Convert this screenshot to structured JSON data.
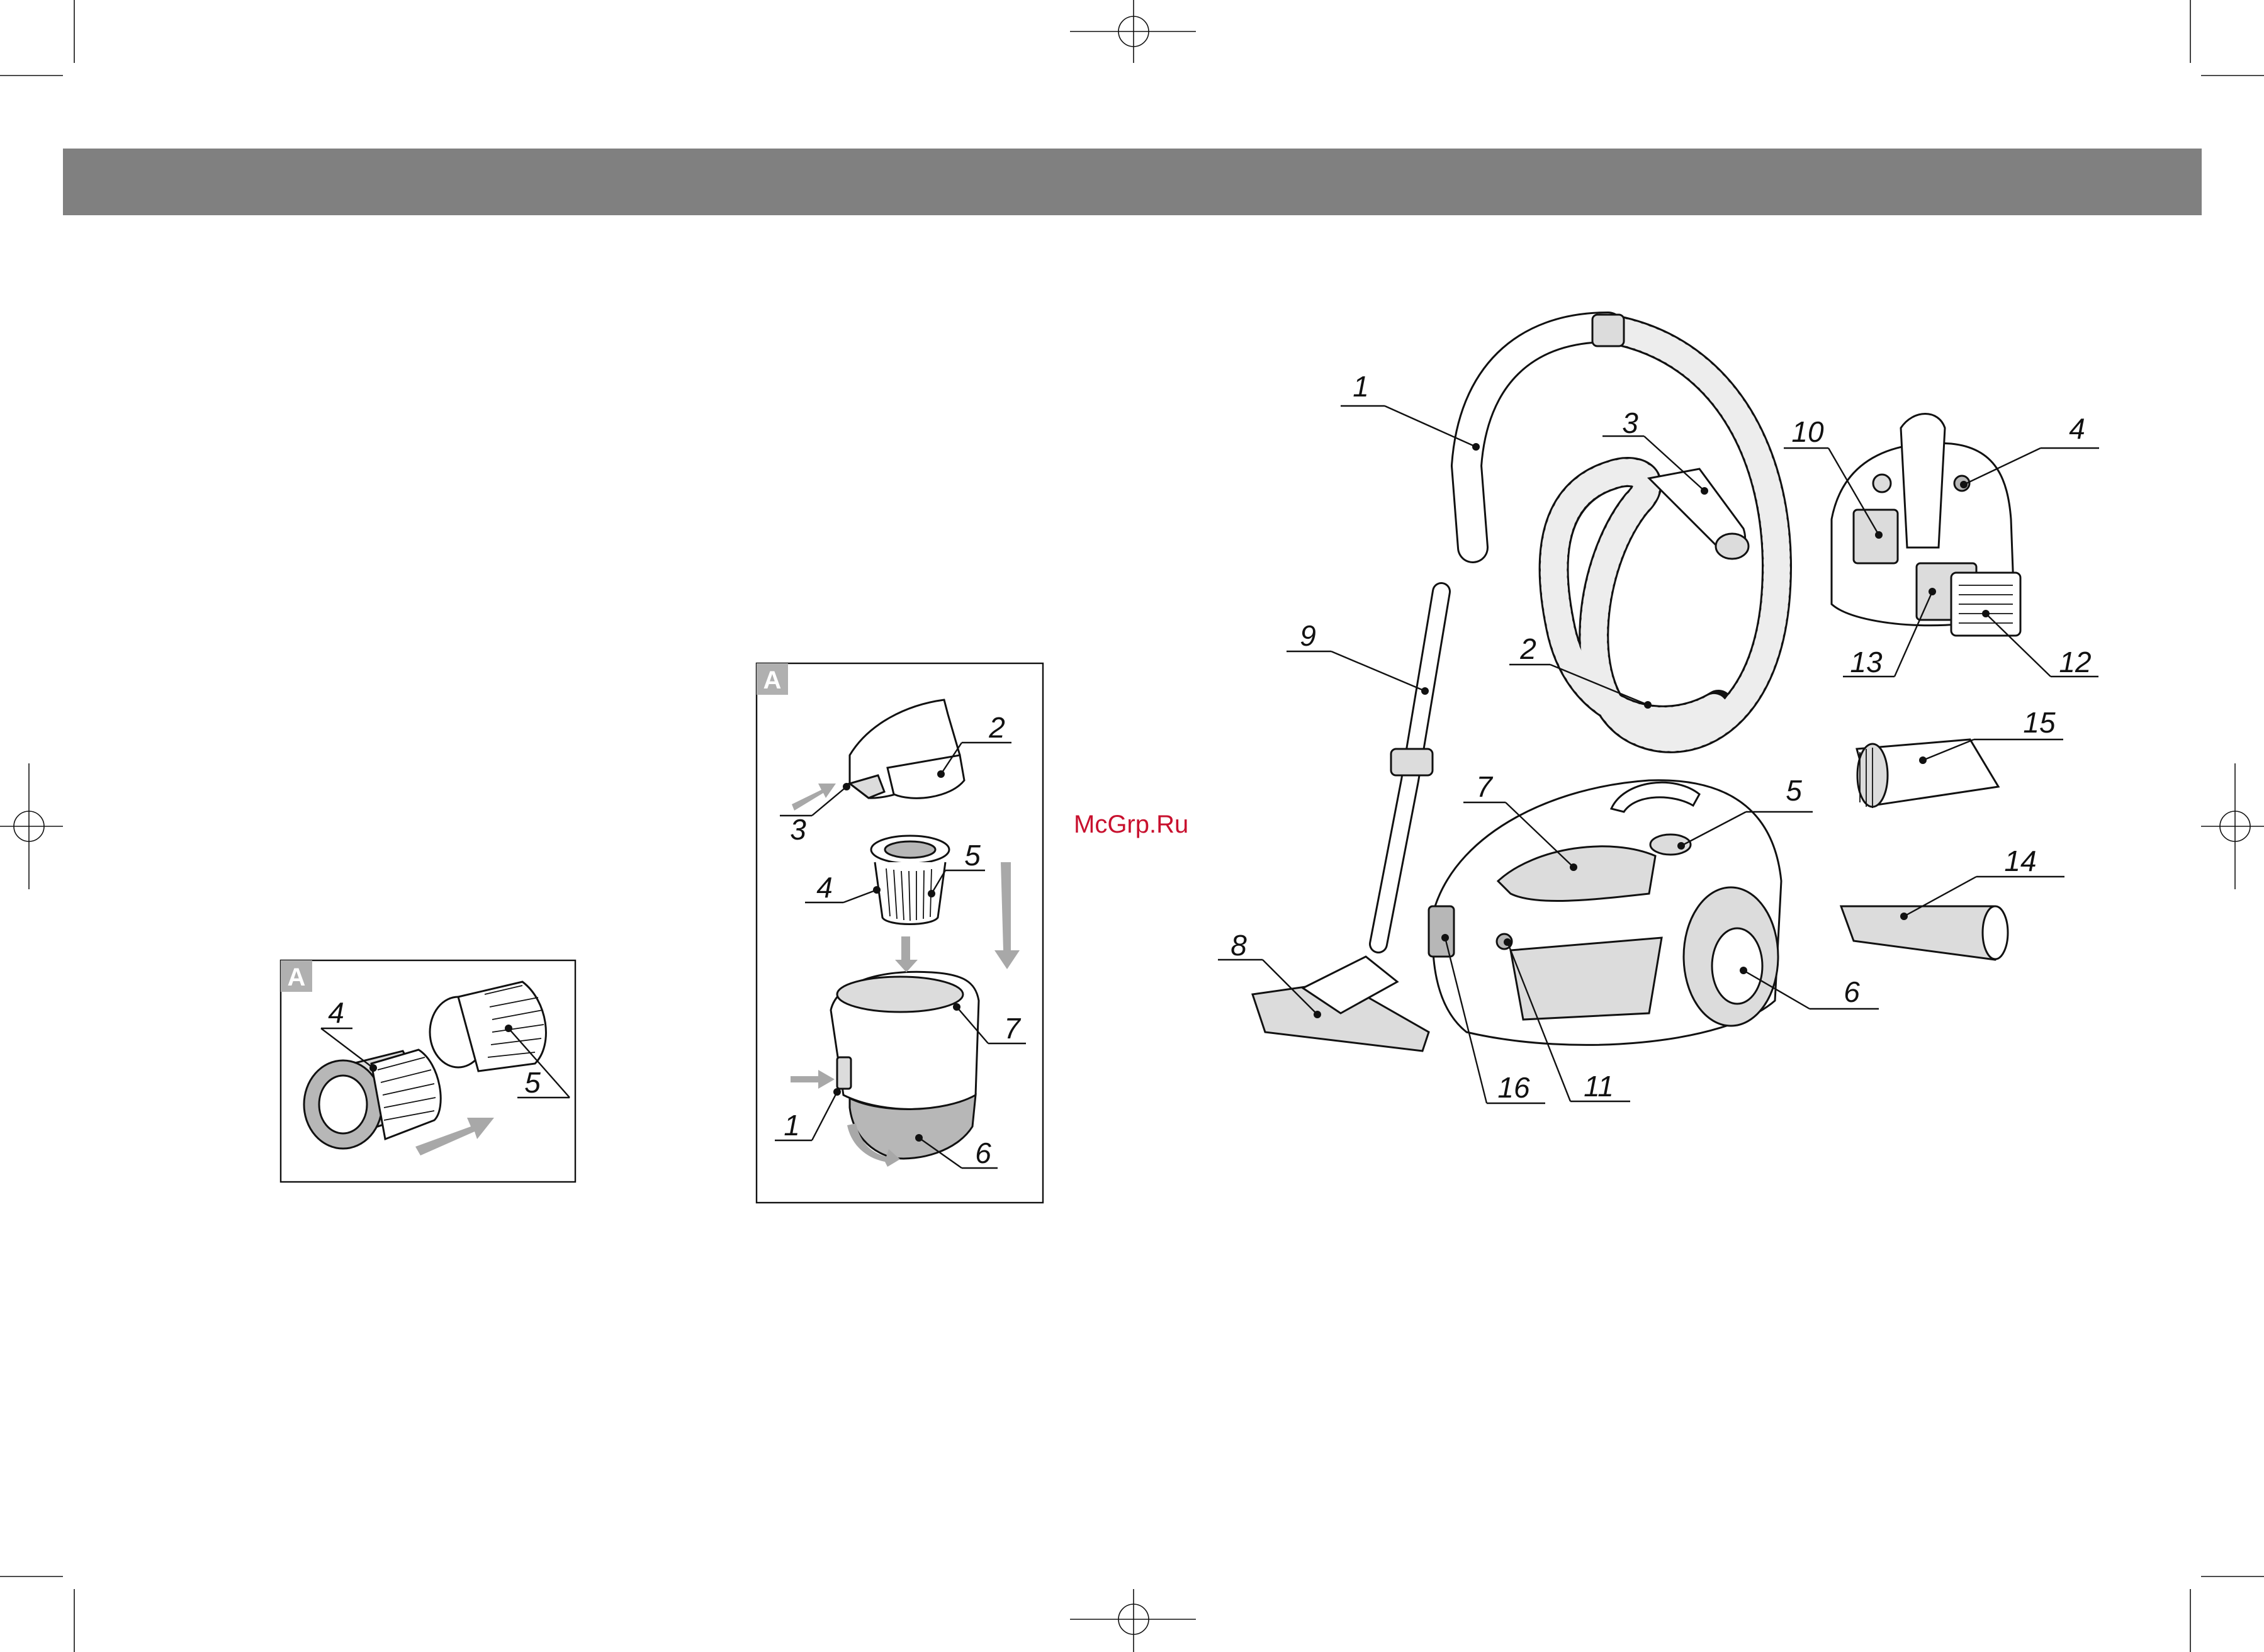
{
  "header": {
    "bar_color": "#808080"
  },
  "watermark": {
    "text": "McGrp.Ru",
    "color": "#c8102e"
  },
  "figure_small": {
    "tag": "A",
    "labels": {
      "filter": "4",
      "mesh": "5"
    }
  },
  "figure_container": {
    "tag": "A",
    "labels": {
      "handle": "1",
      "cover": "2",
      "button": "3",
      "filter": "4",
      "mesh": "5",
      "bottom": "6",
      "container": "7"
    }
  },
  "figure_main": {
    "labels": {
      "handle": "1",
      "hose": "2",
      "hose_connector": "3",
      "cord_button": "4",
      "release_button": "5",
      "wheel": "6",
      "container": "7",
      "floor_brush": "8",
      "tube": "9",
      "switch": "10",
      "power_indicator": "11",
      "outlet_grille": "12",
      "hepa_filter": "13",
      "crevice_nozzle": "14",
      "dust_brush": "15",
      "hose_inlet": "16"
    }
  }
}
